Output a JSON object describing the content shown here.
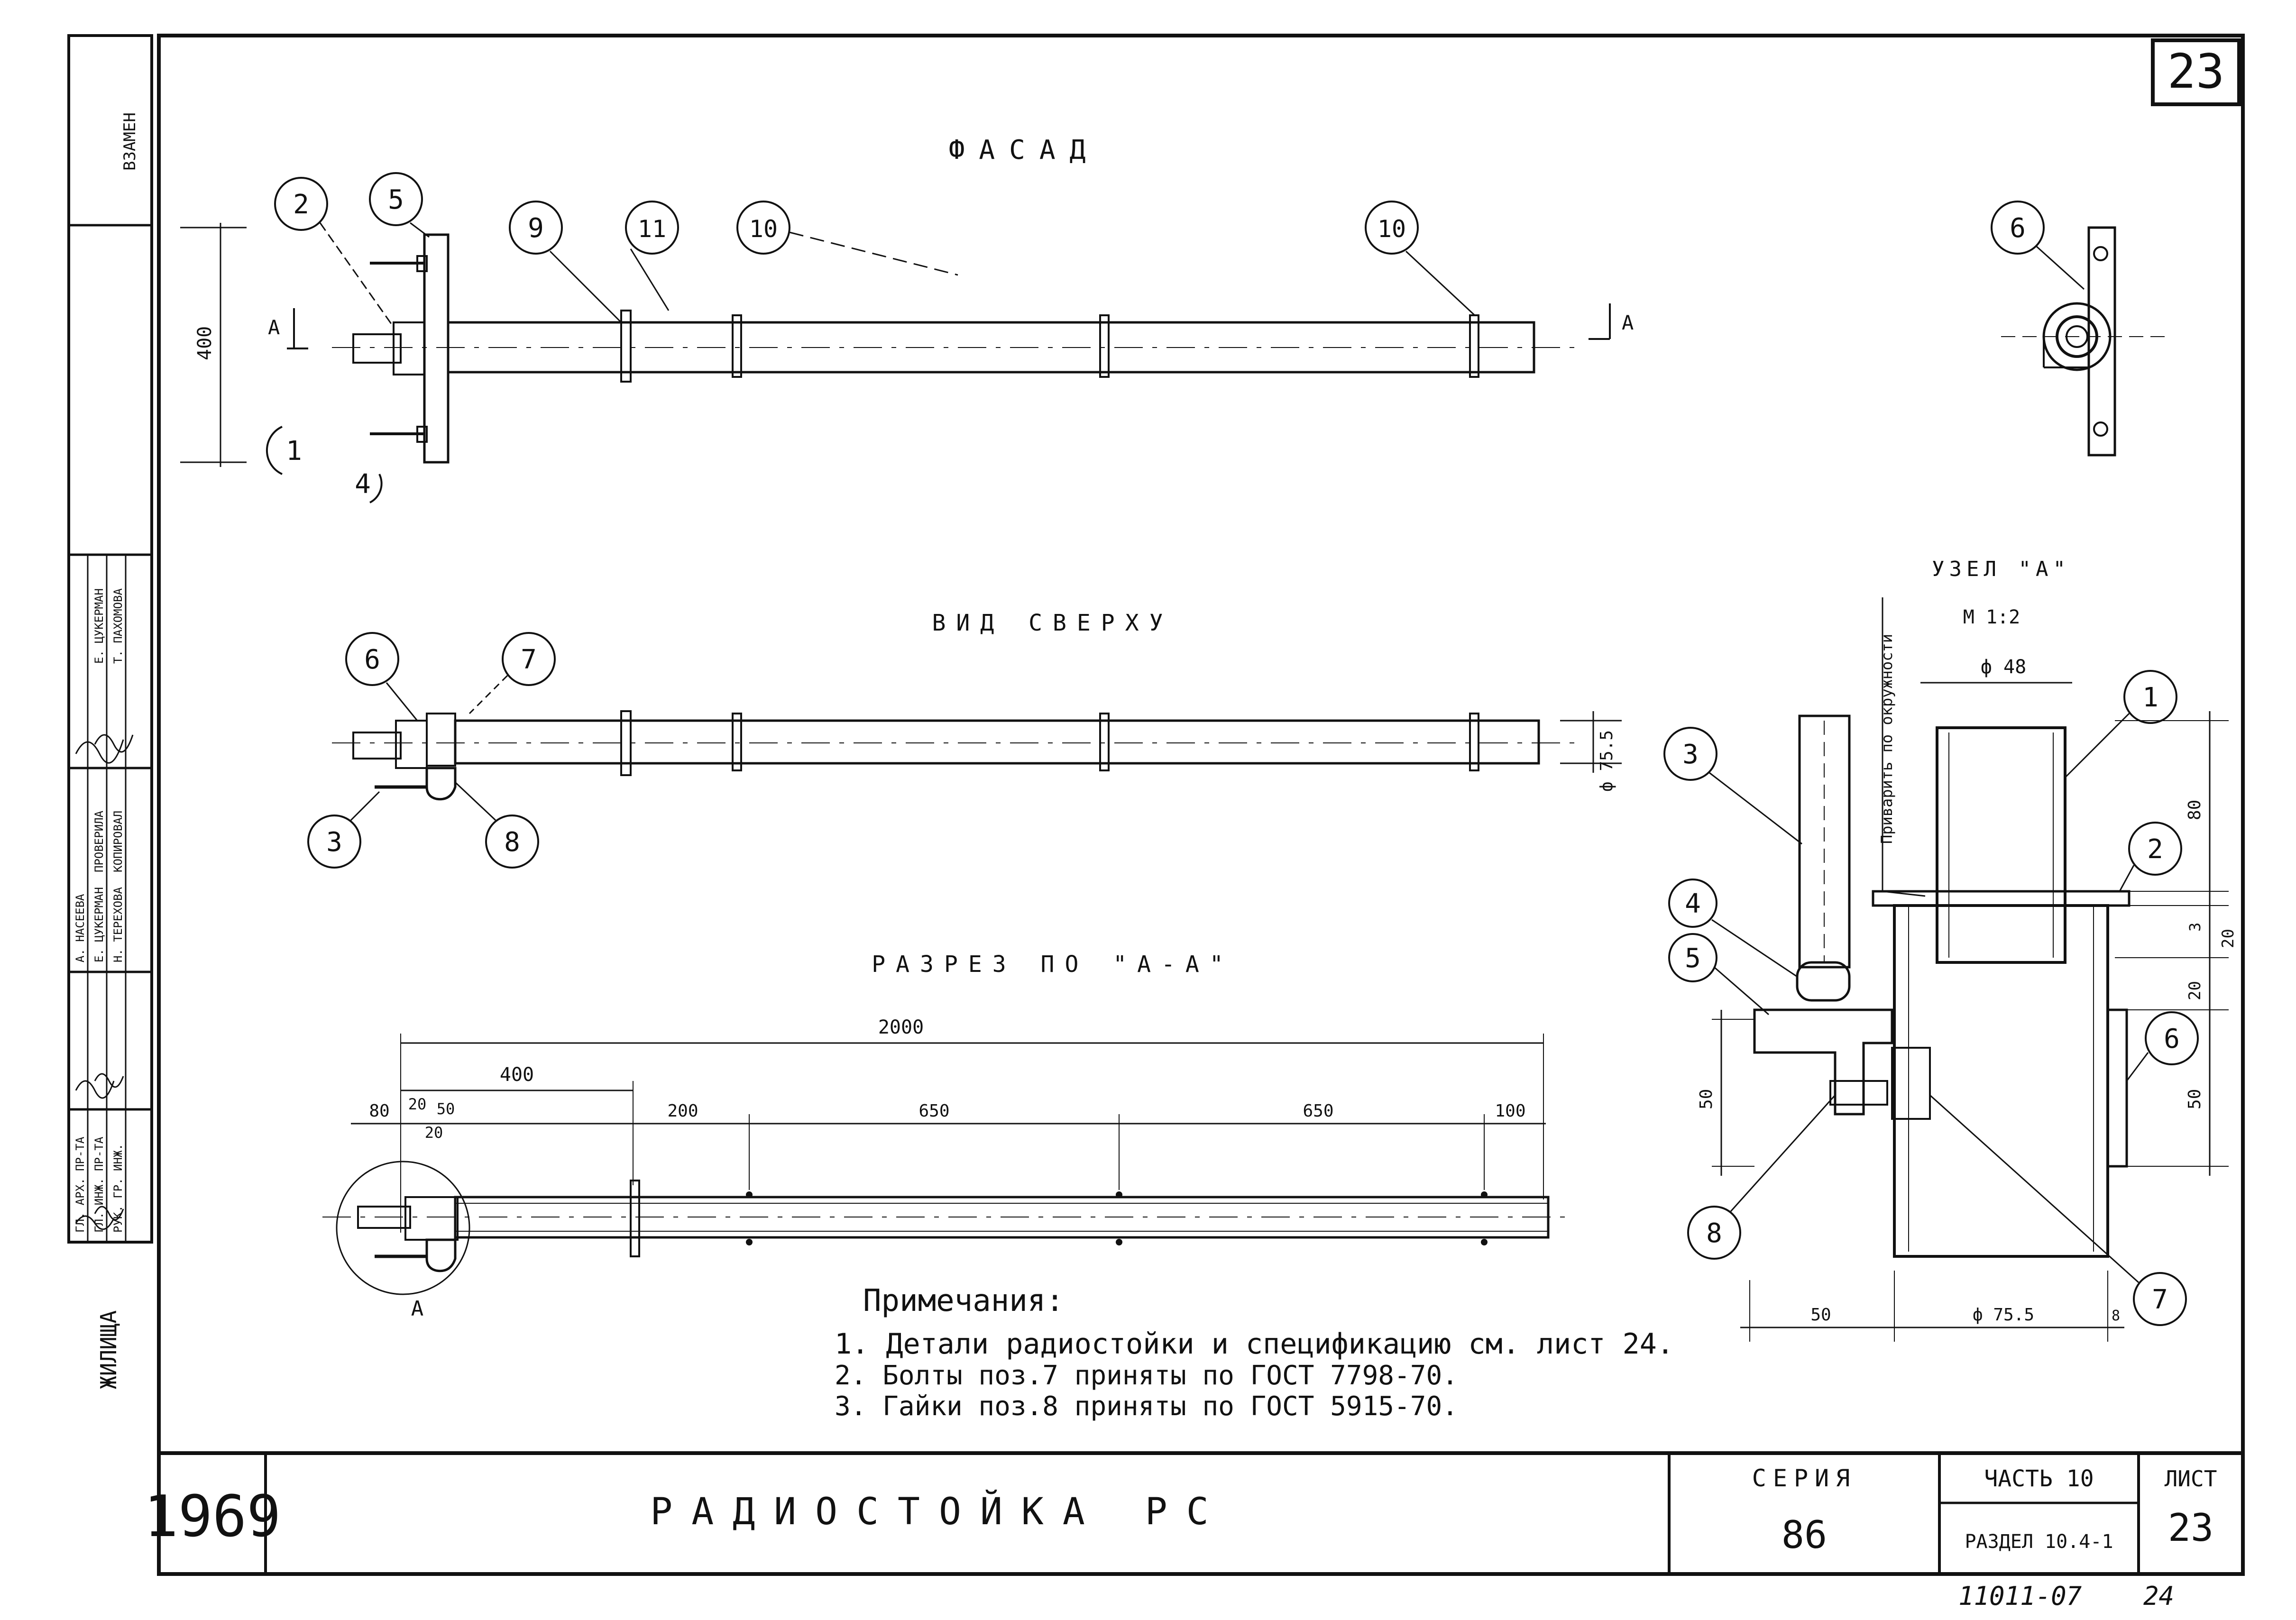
{
  "sheet_number": "23",
  "views": {
    "facade": {
      "title": "ФАСАД",
      "dim_400": "400",
      "section_a_left": "А",
      "section_a_right": "А",
      "callouts": [
        "2",
        "5",
        "9",
        "11",
        "10",
        "10",
        "1",
        "4"
      ]
    },
    "top_view": {
      "title": "ВИД СВЕРХУ",
      "callouts": [
        "6",
        "7",
        "3",
        "8"
      ],
      "diameter": "ф 75.5"
    },
    "section": {
      "title": "РАЗРЕЗ ПО \"А-А\"",
      "dims": {
        "total": "2000",
        "d400": "400",
        "d80": "80",
        "d20a": "20",
        "d50": "50",
        "d20b": "20",
        "d200": "200",
        "d650a": "650",
        "d650b": "650",
        "d100": "100"
      },
      "node_label": "А"
    },
    "node_a": {
      "title": "УЗЕЛ \"А\"",
      "scale": "М 1:2",
      "weld_note": "Приварить по окружности",
      "dia48": "ф 48",
      "dia755": "ф 75.5",
      "callouts": [
        "3",
        "4",
        "5",
        "8",
        "1",
        "2",
        "6",
        "7"
      ],
      "dims": {
        "d80": "80",
        "d3": "3",
        "d20a": "20",
        "d20b": "20",
        "d50r": "50",
        "d50l": "50",
        "d50b": "50",
        "d8": "8"
      }
    },
    "elevation_6": {
      "callout": "6"
    }
  },
  "notes": {
    "heading": "Примечания:",
    "items": [
      "1. Детали радиостойки и спецификацию см. лист 24.",
      "2. Болты поз.7 приняты по ГОСТ 7798-70.",
      "3. Гайки поз.8 приняты по ГОСТ 5915-70."
    ]
  },
  "left_strip": {
    "vzamen": "ВЗАМЕН",
    "zhilishcha": "ЖИЛИЩА",
    "roles": [
      "ГЛ. АРХ. ПР-ТА",
      "ГЛ. ИНЖ. ПР-ТА",
      "РУК. ГР. ИНЖ."
    ],
    "names": [
      "А. НАСЕЕВА",
      "Е. ЦУКЕРМАН",
      "Н. ТЕРЕХОВА"
    ],
    "roles2": [
      "ПРОВЕРИЛА",
      "КОПИРОВАЛ"
    ],
    "names2": [
      "Е. ЦУКЕРМАН",
      "Т. ПАХОМОВА"
    ]
  },
  "title_block": {
    "year": "1969",
    "title": "РАДИОСТОЙКА РС",
    "series_label": "СЕРИЯ",
    "series_value": "86",
    "part": "ЧАСТЬ 10",
    "section": "РАЗДЕЛ 10.4-1",
    "sheet_label": "ЛИСТ",
    "sheet_value": "23"
  },
  "footer": {
    "code": "11011-07",
    "page": "24"
  }
}
